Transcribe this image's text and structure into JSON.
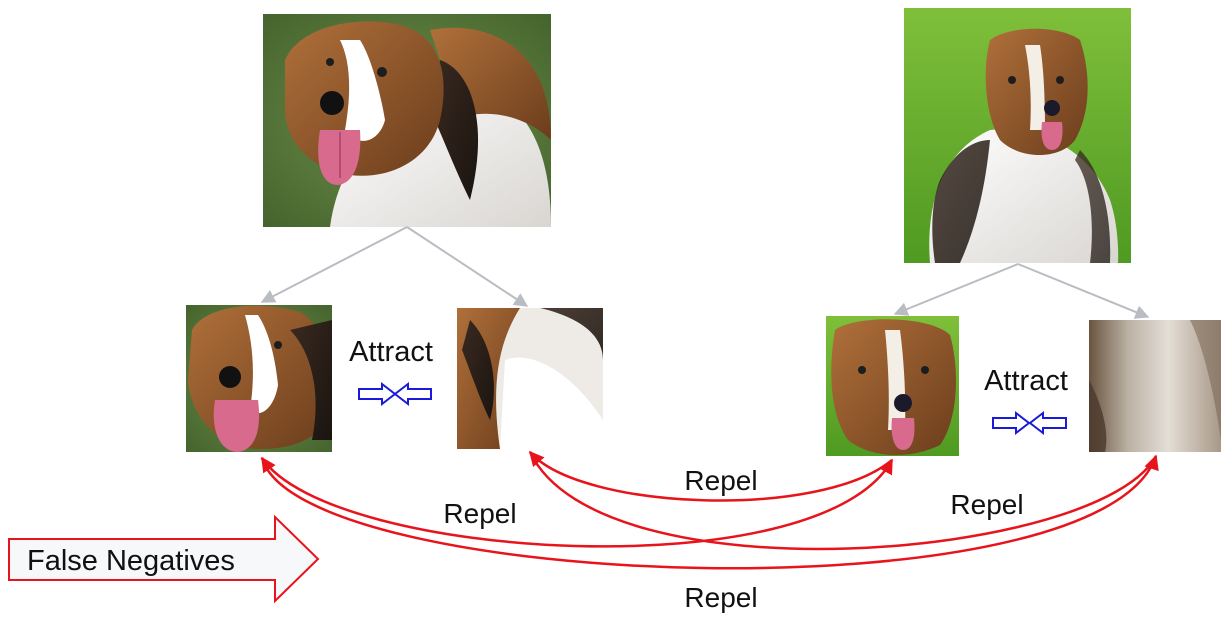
{
  "labels": {
    "attract_left": "Attract",
    "attract_right": "Attract",
    "repel_top": "Repel",
    "repel_left": "Repel",
    "repel_right": "Repel",
    "repel_bottom": "Repel",
    "false_negatives": "False Negatives"
  },
  "images": {
    "anchor_left": "sheltie-photo",
    "anchor_right": "collie-photo",
    "crop_left_face": "sheltie-face-crop",
    "crop_left_body": "sheltie-body-crop",
    "crop_right_face": "collie-face-crop",
    "crop_right_body": "collie-body-crop"
  },
  "colors": {
    "repel_arrow": "#e8141c",
    "attract_arrow": "#1a1ad8",
    "tree_line": "#b9bcc2",
    "callout_border": "#e8141c",
    "callout_fill": "#f7f8f9"
  }
}
